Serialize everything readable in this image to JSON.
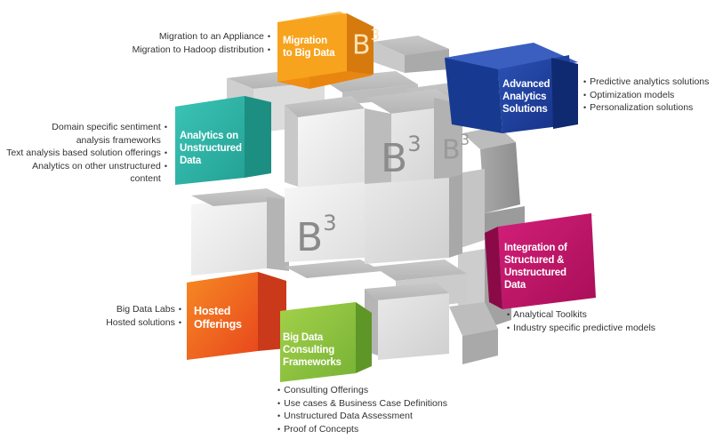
{
  "blocks": {
    "migration": {
      "title_lines": [
        "Migration",
        "to Big Data"
      ],
      "color": "#f7a21b",
      "items": [
        "Migration to an Appliance",
        "Migration to Hadoop distribution"
      ]
    },
    "advanced": {
      "title_lines": [
        "Advanced",
        "Analytics",
        "Solutions"
      ],
      "color": "#1d3f9a",
      "items": [
        "Predictive analytics solutions",
        "Optimization models",
        "Personalization solutions"
      ]
    },
    "unstructured": {
      "title_lines": [
        "Analytics on",
        "Unstructured",
        "Data"
      ],
      "color": "#2fb5a8",
      "items": [
        "Domain specific sentiment",
        "analysis frameworks",
        "Text analysis based solution offerings",
        "Analytics on other unstructured",
        "content"
      ]
    },
    "integration": {
      "title_lines": [
        "Integration of",
        "Structured &",
        "Unstructured",
        "Data"
      ],
      "color": "#c4176b",
      "items": [
        "Analytical Toolkits",
        "Industry specific predictive models"
      ]
    },
    "hosted": {
      "title_lines": [
        "Hosted",
        "Offerings"
      ],
      "color": "#f26a21",
      "items": [
        "Big Data Labs",
        "Hosted solutions"
      ]
    },
    "consulting": {
      "title_lines": [
        "Big Data",
        "Consulting",
        "Frameworks"
      ],
      "color": "#8cc63f",
      "items": [
        "Consulting Offerings",
        "Use cases & Business Case Definitions",
        "Unstructured Data Assessment",
        "Proof of Concepts"
      ]
    }
  },
  "brand": {
    "main": "B",
    "exp": "3"
  }
}
